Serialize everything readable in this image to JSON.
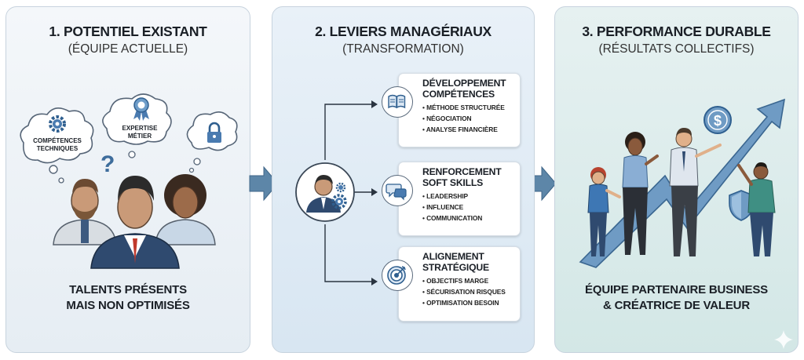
{
  "colors": {
    "navy": "#2f4a6f",
    "arrow": "#5d86a8",
    "skin": "#c99a78",
    "teal": "#3f8f83"
  },
  "panel1": {
    "title": "1. POTENTIEL EXISTANT",
    "subtitle": "(ÉQUIPE ACTUELLE)",
    "bubbles": {
      "left_line1": "COMPÉTENCES",
      "left_line2": "TECHNIQUES",
      "mid_line1": "EXPERTISE",
      "mid_line2": "MÉTIER"
    },
    "footer_line1": "TALENTS PRÉSENTS",
    "footer_line2": "MAIS NON OPTIMISÉS"
  },
  "panel2": {
    "title": "2. LEVIERS MANAGÉRIAUX",
    "subtitle": "(TRANSFORMATION)",
    "levers": [
      {
        "title_line1": "DÉVELOPPEMENT",
        "title_line2": "COMPÉTENCES",
        "icon": "book-icon",
        "items": [
          "MÉTHODE STRUCTURÉE",
          "NÉGOCIATION",
          "ANALYSE FINANCIÈRE"
        ]
      },
      {
        "title_line1": "RENFORCEMENT",
        "title_line2": "SOFT SKILLS",
        "icon": "chat-icon",
        "items": [
          "LEADERSHIP",
          "INFLUENCE",
          "COMMUNICATION"
        ]
      },
      {
        "title_line1": "ALIGNEMENT",
        "title_line2": "STRATÉGIQUE",
        "icon": "target-icon",
        "items": [
          "OBJECTIFS MARGE",
          "SÉCURISATION RISQUES",
          "OPTIMISATION BESOIN"
        ]
      }
    ]
  },
  "panel3": {
    "title": "3. PERFORMANCE DURABLE",
    "subtitle": "(RÉSULTATS COLLECTIFS)",
    "dollar": "$",
    "footer_line1": "ÉQUIPE PARTENAIRE BUSINESS",
    "footer_line2": "& CRÉATRICE DE VALEUR"
  }
}
